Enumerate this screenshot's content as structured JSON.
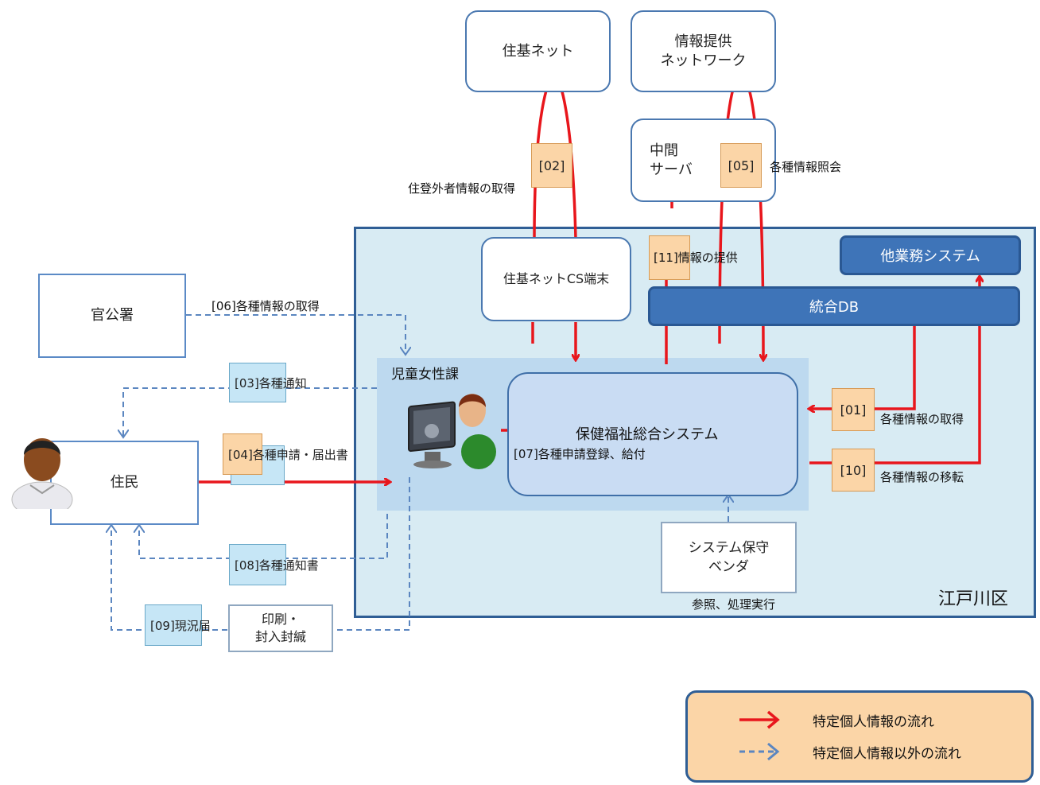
{
  "nodes": {
    "juki_net": "住基ネット",
    "info_network": "情報提供\nネットワーク",
    "middle_server": "中間\nサーバ",
    "juki_cs": "住基ネットCS端末",
    "other_systems": "他業務システム",
    "integrated_db": "統合DB",
    "government": "官公署",
    "resident": "住民",
    "dept": "児童女性課",
    "welfare_system": "保健福祉総合システム",
    "vendor": "システム保守\nベンダ",
    "print": "印刷・\n封入封緘",
    "ward": "江戸川区"
  },
  "flows": {
    "f01_tag": "[01]",
    "f01_text": "各種情報の取得",
    "f02_tag": "[02]",
    "f02_text": "住登外者情報の取得",
    "f03": "[03]各種通知",
    "f04": "[04]各種申請・届出書",
    "f05_tag": "[05]",
    "f05_text": "各種情報照会",
    "f06": "[06]各種情報の取得",
    "f07": "[07]各種申請登録、給付",
    "f08": "[08]各種通知書",
    "f09": "[09]現況届",
    "f10_tag": "[10]",
    "f10_text": "各種情報の移転",
    "f11": "[11]情報の提供",
    "vendor_action": "参照、処理実行"
  },
  "legend": {
    "red": "特定個人情報の流れ",
    "blue": "特定個人情報以外の流れ"
  },
  "colors": {
    "red_flow": "#e8161c",
    "blue_flow": "#5b86c0",
    "ward_bg": "#d8ebf3",
    "dept_bg": "#bdd9ef",
    "legend_bg": "#fbd5a7"
  }
}
